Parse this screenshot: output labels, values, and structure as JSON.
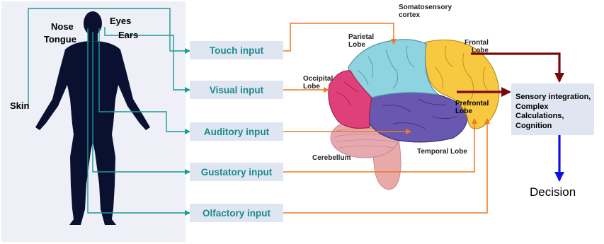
{
  "body_labels": {
    "eyes": "Eyes",
    "nose": "Nose",
    "tongue": "Tongue",
    "ears": "Ears",
    "skin": "Skin"
  },
  "inputs": [
    {
      "label": "Touch input"
    },
    {
      "label": "Visual input"
    },
    {
      "label": "Auditory input"
    },
    {
      "label": "Gustatory  input"
    },
    {
      "label": "Olfactory input"
    }
  ],
  "brain_labels": {
    "somatosensory": [
      "Somatosensory",
      "cortex"
    ],
    "parietal": [
      "Parietal",
      "Lobe"
    ],
    "frontal": [
      "Frontal",
      "Lobe"
    ],
    "occipital": [
      "Occipital",
      "Lobe"
    ],
    "prefrontal": [
      "Prefrontal",
      "Lobe"
    ],
    "temporal": "Temporal Lobe",
    "cerebellum": "Cerebellum"
  },
  "integration": [
    "Sensory integration,",
    "Complex Calculations,",
    "Cognition"
  ],
  "decision": "Decision",
  "colors": {
    "panel": "#eeeff7",
    "teal_line": "#1a9a96",
    "orange_arrow": "#f07820",
    "dark_red_arrow": "#7a0a0a",
    "blue_arrow": "#1010e0",
    "input_text": "#1a8a8c",
    "box_fill": "#dfe6f1",
    "silhouette": "#0a1030",
    "parietal": "#8fd3e0",
    "frontal": "#f8c840",
    "occipital": "#e0407a",
    "temporal": "#6858b0",
    "cerebellum": "#e7a9b0",
    "brainstem": "#e8a9a8"
  }
}
